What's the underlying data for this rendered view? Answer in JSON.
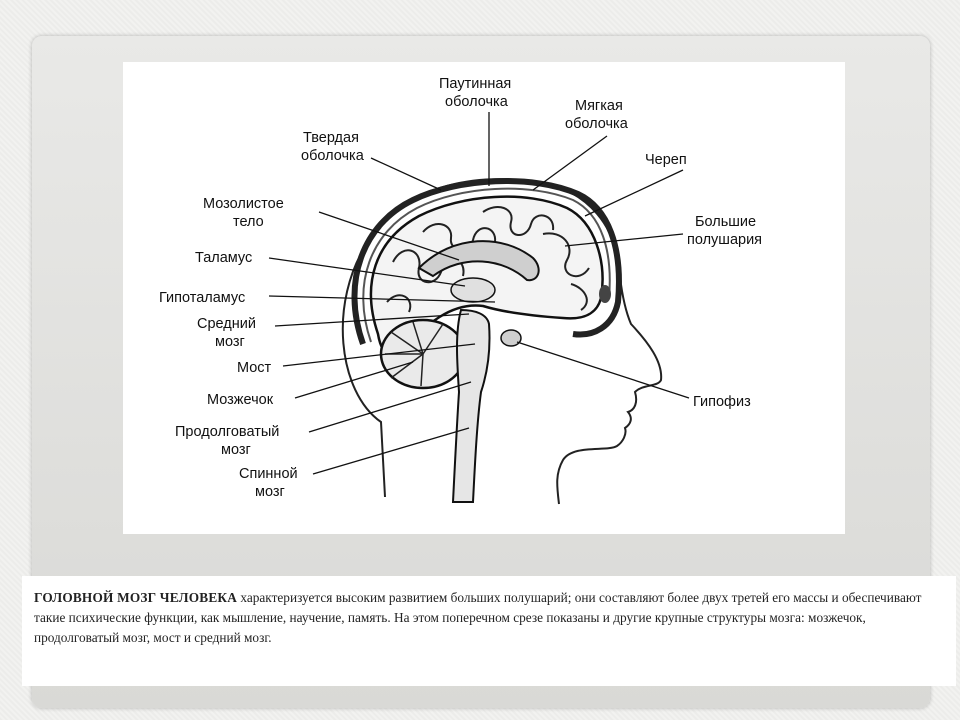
{
  "labels": {
    "arachnoid_1": "Паутинная",
    "arachnoid_2": "оболочка",
    "pia_1": "Мягкая",
    "pia_2": "оболочка",
    "dura_1": "Твердая",
    "dura_2": "оболочка",
    "skull": "Череп",
    "corpus_1": "Мозолистое",
    "corpus_2": "тело",
    "hemispheres_1": "Большие",
    "hemispheres_2": "полушария",
    "thalamus": "Таламус",
    "hypothalamus": "Гипоталамус",
    "midbrain_1": "Средний",
    "midbrain_2": "мозг",
    "pons": "Мост",
    "cerebellum": "Мозжечок",
    "pituitary": "Гипофиз",
    "medulla_1": "Продолговатый",
    "medulla_2": "мозг",
    "spinal_1": "Спинной",
    "spinal_2": "мозг"
  },
  "caption": {
    "lead": "ГОЛОВНОЙ МОЗГ ЧЕЛОВЕКА",
    "body": " характеризуется высоким развитием больших полушарий; они составляют более двух третей его массы и обеспечивают такие психические функции, как мышление, научение, память. На этом поперечном срезе показаны и другие крупные структуры мозга: мозжечок, продолговатый мозг, мост и средний мозг."
  }
}
